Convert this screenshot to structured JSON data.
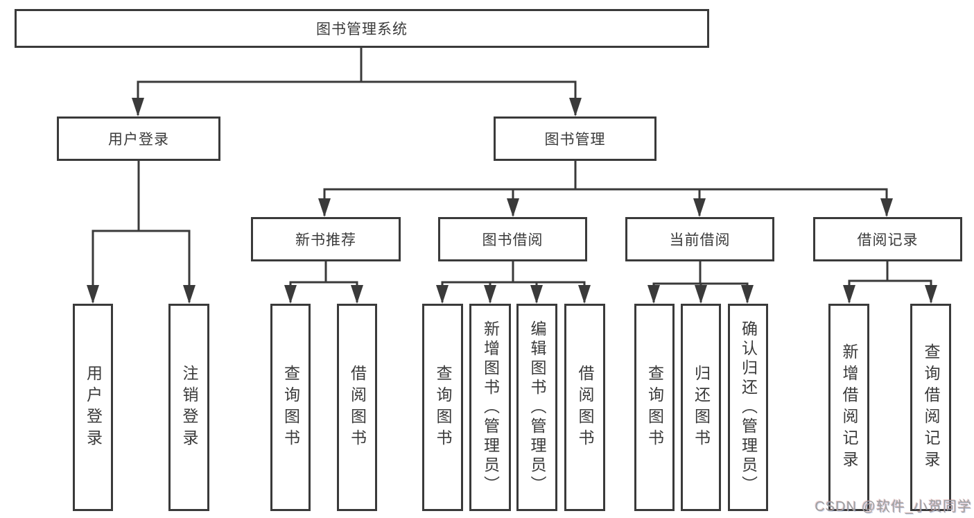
{
  "diagram": {
    "root": {
      "label": "图书管理系统"
    },
    "user_login": {
      "label": "用户登录",
      "children": [
        {
          "label": "用户登录"
        },
        {
          "label": "注销登录"
        }
      ]
    },
    "book_mgmt": {
      "label": "图书管理",
      "children": [
        {
          "label": "新书推荐",
          "children": [
            {
              "label": "查询图书"
            },
            {
              "label": "借阅图书"
            }
          ]
        },
        {
          "label": "图书借阅",
          "children": [
            {
              "label": "查询图书"
            },
            {
              "label": "新增图书（管理员）"
            },
            {
              "label": "编辑图书（管理员）"
            },
            {
              "label": "借阅图书"
            }
          ]
        },
        {
          "label": "当前借阅",
          "children": [
            {
              "label": "查询图书"
            },
            {
              "label": "归还图书"
            },
            {
              "label": "确认归还（管理员）"
            }
          ]
        },
        {
          "label": "借阅记录",
          "children": [
            {
              "label": "新增借阅记录"
            },
            {
              "label": "查询借阅记录"
            }
          ]
        }
      ]
    }
  },
  "watermark": {
    "text": "CSDN @软件_小贺同学"
  },
  "colors": {
    "line": "#3a3a3a",
    "text": "#3a3a3a",
    "box_fill": "#ffffff",
    "background": "#ffffff",
    "watermark": "#9f9f9f"
  }
}
